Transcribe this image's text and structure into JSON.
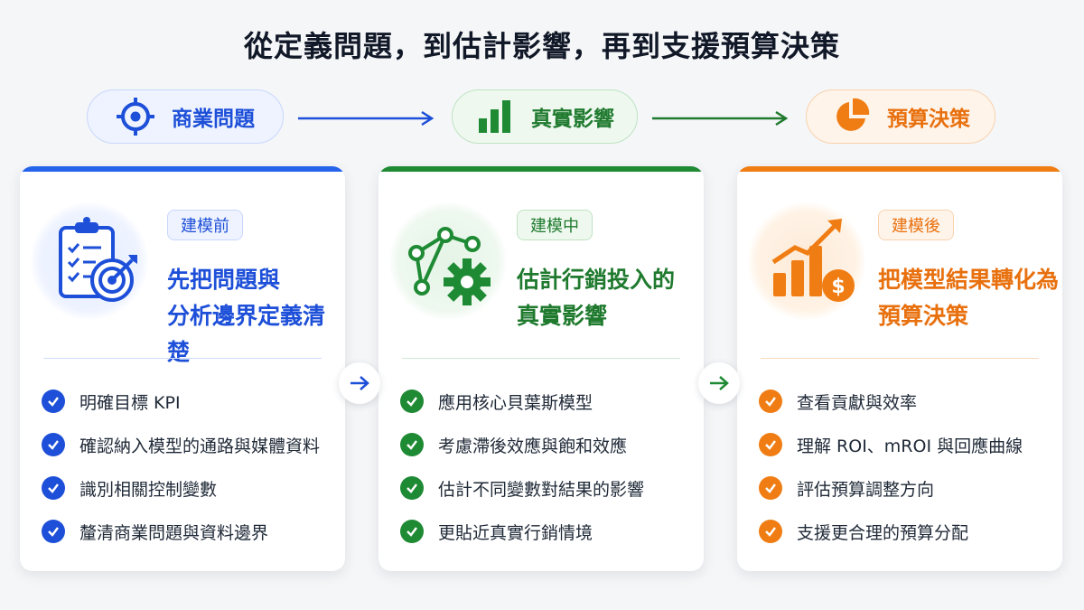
{
  "title": "從定義問題，到估計影響，再到支援預算決策",
  "colors": {
    "blue": "#1d4fd8",
    "green": "#1f8a34",
    "orange": "#f07d13"
  },
  "flow": [
    {
      "label": "商業問題",
      "icon": "target-icon"
    },
    {
      "label": "真實影響",
      "icon": "bar-chart-icon"
    },
    {
      "label": "預算決策",
      "icon": "pie-chart-icon"
    }
  ],
  "cards": [
    {
      "tag": "建模前",
      "heading_line1": "先把問題與",
      "heading_line2": "分析邊界定義清楚",
      "illustration": "clipboard-target-icon",
      "items": [
        "明確目標 KPI",
        "確認納入模型的通路與媒體資料",
        "識別相關控制變數",
        "釐清商業問題與資料邊界"
      ]
    },
    {
      "tag": "建模中",
      "heading_line1": "估計行銷投入的",
      "heading_line2": "真實影響",
      "illustration": "network-gear-icon",
      "items": [
        "應用核心貝葉斯模型",
        "考慮滯後效應與飽和效應",
        "估計不同變數對結果的影響",
        "更貼近真實行銷情境"
      ]
    },
    {
      "tag": "建模後",
      "heading_line1": "把模型結果轉化為",
      "heading_line2": "預算決策",
      "illustration": "growth-chart-dollar-icon",
      "items": [
        "查看貢獻與效率",
        "理解 ROI、mROI 與回應曲線",
        "評估預算調整方向",
        "支援更合理的預算分配"
      ]
    }
  ]
}
